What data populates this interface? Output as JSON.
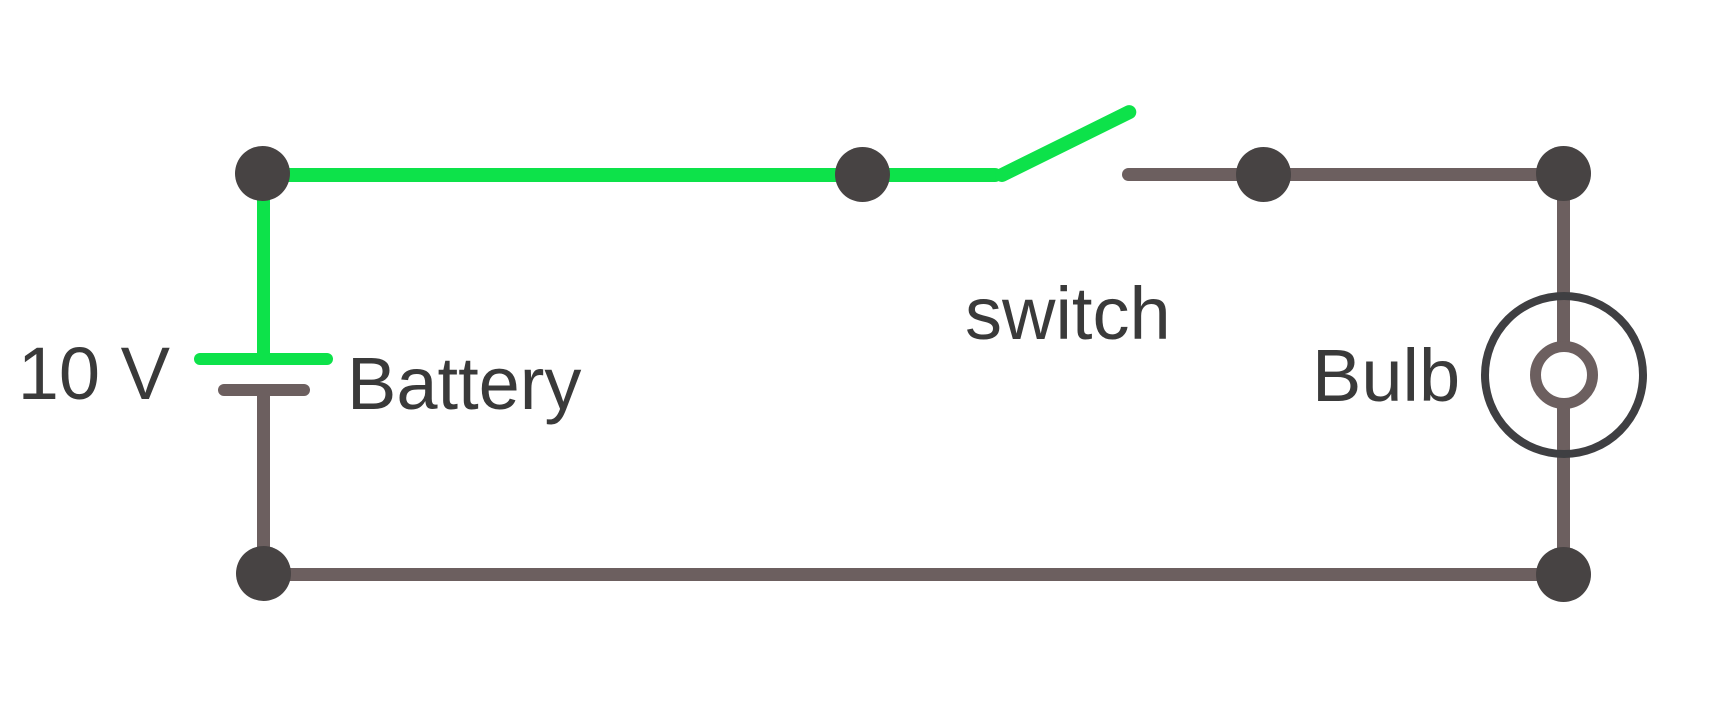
{
  "diagram_type": "electric-circuit",
  "colors": {
    "background": "#ffffff",
    "energized-wire": "#0de24a",
    "wire": "#6c5f5f",
    "node": "#474343",
    "bulb-outline": "#3f3f42",
    "text": "#3a3a3a"
  },
  "components": {
    "battery": {
      "voltage_label": "10 V",
      "name_label": "Battery"
    },
    "switch": {
      "name_label": "switch",
      "state": "open"
    },
    "bulb": {
      "name_label": "Bulb"
    }
  }
}
